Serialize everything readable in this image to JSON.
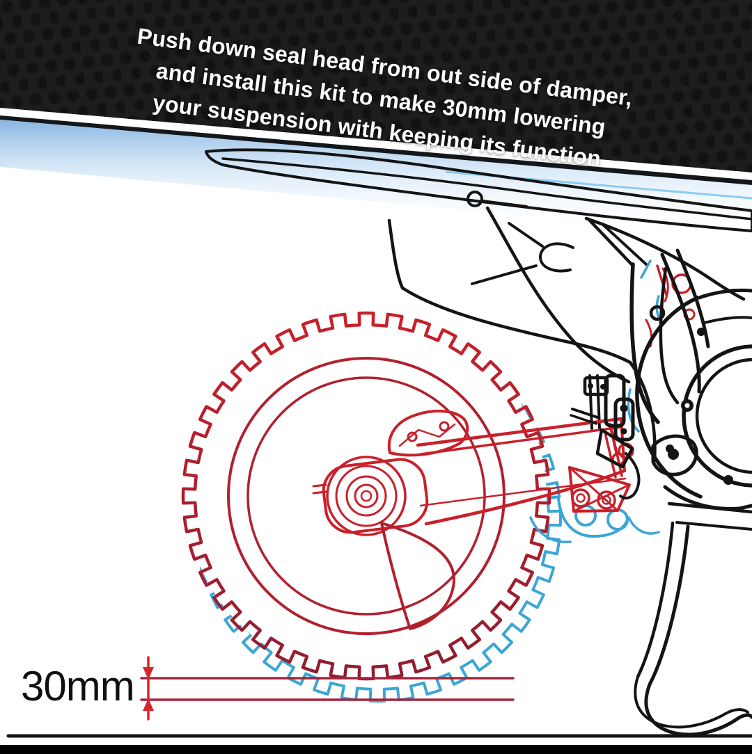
{
  "banner": {
    "line1": "Push down seal head from out side of damper,",
    "line2": "and install this kit to make 30mm lowering",
    "line3": "your suspension with keeping its function"
  },
  "annotation": {
    "dimension_label": "30mm"
  },
  "colors": {
    "banner_background": "#1d1d1d",
    "banner_dots": "#141414",
    "banner_dot_holes": "#0f0f0f",
    "highlight_stripe": "#ffffff",
    "glow_blue": "#74a9dd",
    "glow_blue_soft": "#9cc6ec",
    "fender_blue": "#b9d5ef",
    "lowered_red": "#c9202a",
    "lowered_red_dark": "#8f1d30",
    "rim_red": "#b2202e",
    "dimension_red": "#a6243a",
    "arrow_red": "#d8262e",
    "stock_blue": "#3aa6d6",
    "outline_black": "#141414"
  }
}
